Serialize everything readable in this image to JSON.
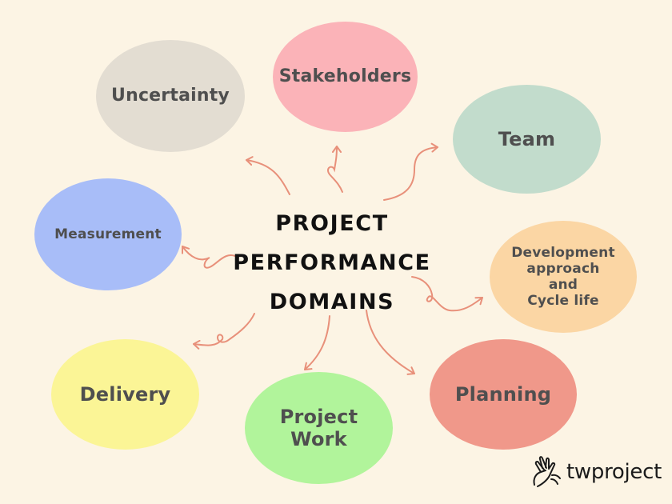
{
  "title": "PROJECT\nPERFORMANCE\nDOMAINS",
  "domains": [
    {
      "label": "Stakeholders",
      "color": "#fbb3b8"
    },
    {
      "label": "Uncertainty",
      "color": "#e3ddd2"
    },
    {
      "label": "Team",
      "color": "#c2dccc"
    },
    {
      "label": "Measurement",
      "color": "#a8bdf8"
    },
    {
      "label": "Development\napproach\nand\nCycle life",
      "color": "#fbd6a4"
    },
    {
      "label": "Delivery",
      "color": "#fbf596"
    },
    {
      "label": "Project\nWork",
      "color": "#b1f49b"
    },
    {
      "label": "Planning",
      "color": "#f0988a"
    }
  ],
  "arrow_color": "#e8907a",
  "brand": {
    "name": "twproject"
  }
}
